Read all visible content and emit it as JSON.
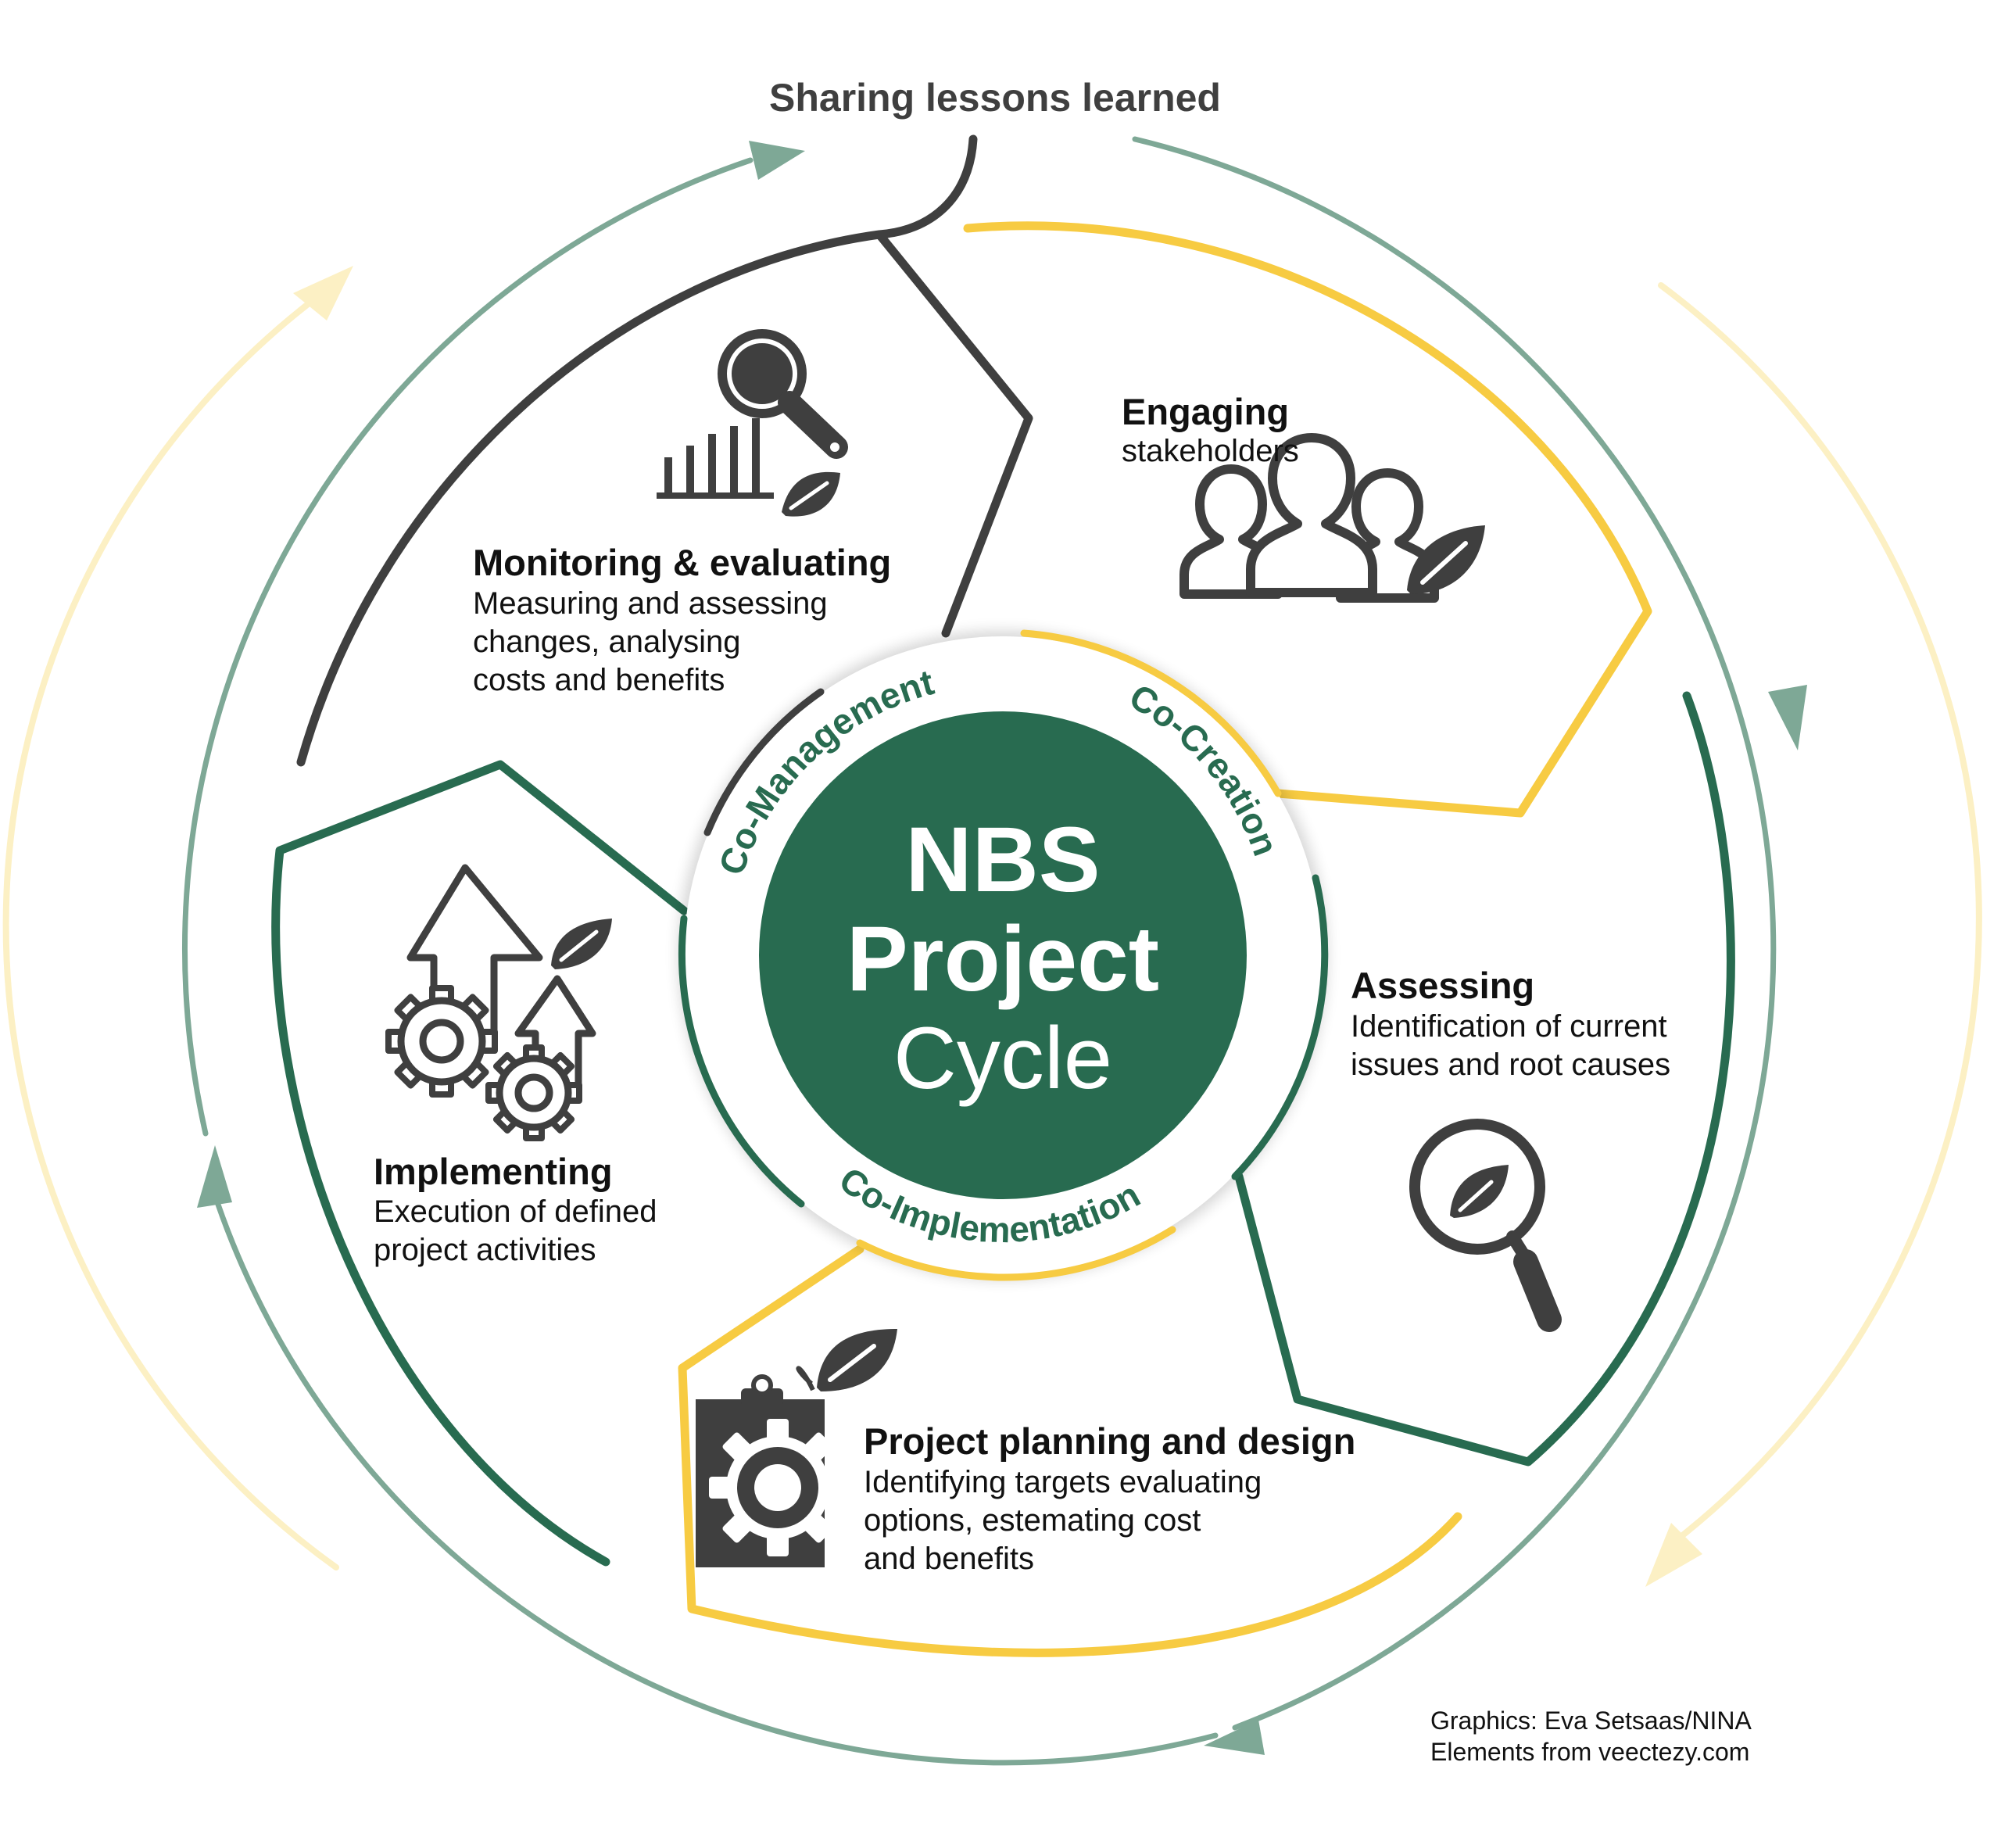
{
  "header": {
    "sharing": "Sharing lessons learned"
  },
  "center": {
    "line1": "NBS",
    "line2": "Project",
    "line3": "Cycle"
  },
  "ring_labels": {
    "management": "Co-Management",
    "creation": "Co-Creation",
    "implementation": "Co-Implementation"
  },
  "stages": {
    "monitoring": {
      "title": "Monitoring & evaluating",
      "desc": [
        "Measuring and assessing",
        "changes, analysing",
        "costs and benefits"
      ]
    },
    "engaging": {
      "title": "Engaging",
      "desc": [
        "stakeholders"
      ]
    },
    "assessing": {
      "title": "Assessing",
      "desc": [
        "Identification of current",
        "issues and root causes"
      ]
    },
    "planning": {
      "title": "Project planning and design",
      "desc": [
        "Identifying targets evaluating",
        "options, estemating cost",
        "and benefits"
      ]
    },
    "implementing": {
      "title": "Implementing",
      "desc": [
        "Execution of defined",
        "project activities"
      ]
    }
  },
  "credits": {
    "line1": "Graphics: Eva Setsaas/NINA",
    "line2": "Elements from veectezy.com"
  },
  "icons": {
    "monitoring": "magnifier-bar-chart-icon",
    "engaging": "stakeholders-group-icon",
    "assessing": "magnifier-leaf-icon",
    "planning": "clipboard-gear-icon",
    "implementing": "gears-arrows-icon",
    "leaf": "leaf-icon"
  },
  "colors": {
    "dark_green": "#286B50",
    "gold": "#F7CB42",
    "charcoal": "#3F3F3F",
    "sage": "#7EA896",
    "pale_yellow": "#FCF0C4",
    "text": "#111111"
  }
}
